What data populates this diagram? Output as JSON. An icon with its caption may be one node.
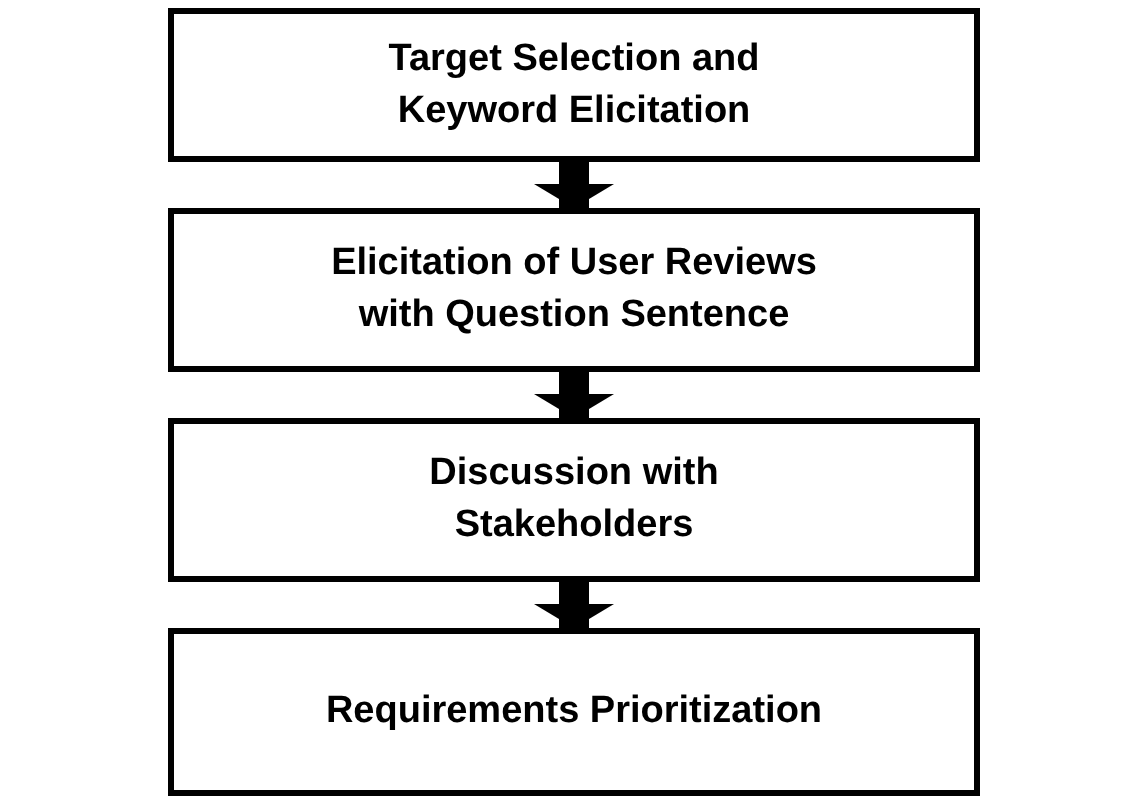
{
  "diagram": {
    "nodes": [
      {
        "text": [
          "Target Selection and Keyword Elicitation"
        ]
      },
      {
        "text": [
          "Elicitation of User Reviews with Question Sentence"
        ]
      },
      {
        "text": [
          "Discussion with Stakeholders"
        ]
      },
      {
        "text": [
          "Requirements Prioritization"
        ]
      }
    ],
    "edges": [
      {
        "from": 0,
        "to": 1,
        "arrow": "to"
      },
      {
        "from": 1,
        "to": 2,
        "arrow": "to"
      },
      {
        "from": 2,
        "to": 3,
        "arrow": "to"
      }
    ]
  }
}
